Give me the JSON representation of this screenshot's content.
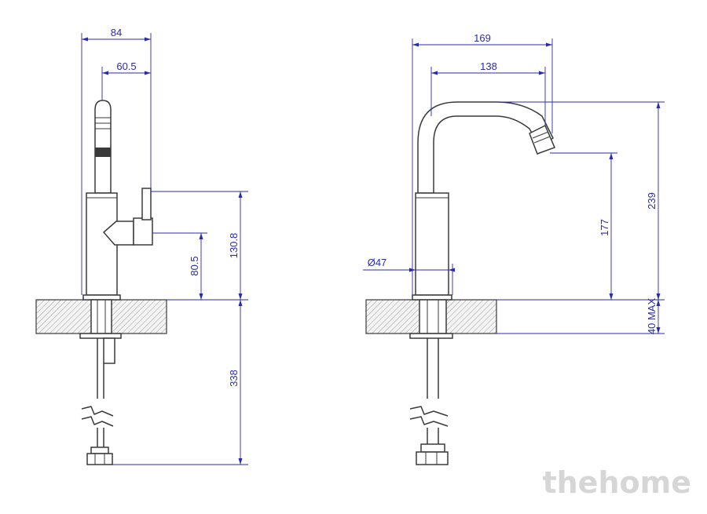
{
  "dimensions": {
    "side_width_84": "84",
    "side_spout_60_5": "60.5",
    "side_lever_80_5": "80.5",
    "side_height_130_8": "130.8",
    "side_below_338": "338",
    "front_width_169": "169",
    "front_spout_138": "138",
    "front_outlet_177": "177",
    "front_height_239": "239",
    "front_diameter_47": "Ø47",
    "front_max_40": "40 MAX"
  },
  "watermark": {
    "text": "thehome"
  },
  "colors": {
    "dimension": "#2a2ab0",
    "outline": "#3a3a3a",
    "watermark": "#d6d6d6"
  }
}
